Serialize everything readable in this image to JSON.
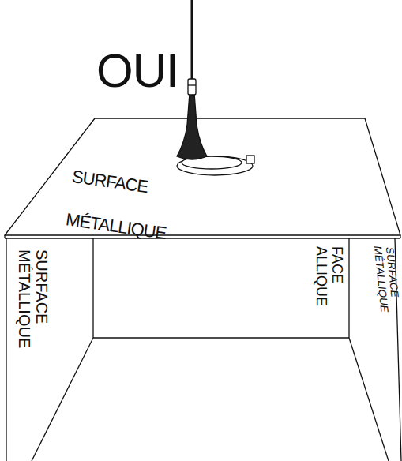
{
  "diagram": {
    "labels": [
      "OUI",
      "SURFACE MÉTALLIQUE",
      "SURFACE MÉTALLIQUE",
      "FACE ALLIQUE",
      "SURFACE MÉTALLIQUE"
    ]
  }
}
